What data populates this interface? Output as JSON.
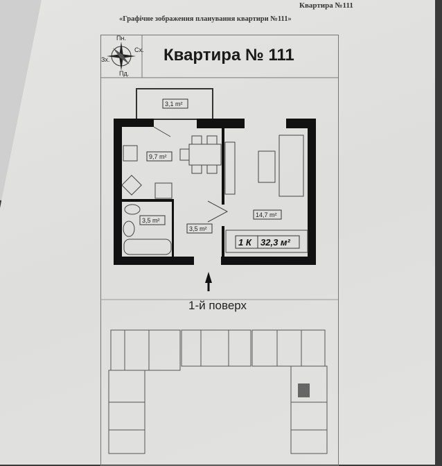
{
  "header": {
    "apartment_ref": "Квартира №111",
    "subtitle": "«Графічне зображення планування квартири №111»"
  },
  "plan": {
    "title": "Квартира № 111",
    "compass": {
      "north": "Пн.",
      "east": "Сх.",
      "west": "Зх.",
      "south": "Пд."
    },
    "rooms": [
      {
        "name": "balcony",
        "area": "3,1 m²"
      },
      {
        "name": "kitchen",
        "area": "9,7 m²"
      },
      {
        "name": "bathroom",
        "area": "3,5 m²"
      },
      {
        "name": "hall",
        "area": "3,5 m²"
      },
      {
        "name": "living-room",
        "area": "14,7 m²"
      }
    ],
    "type": "1 К",
    "total_area": "32,3 м²",
    "floor_label": "1-й поверх"
  }
}
